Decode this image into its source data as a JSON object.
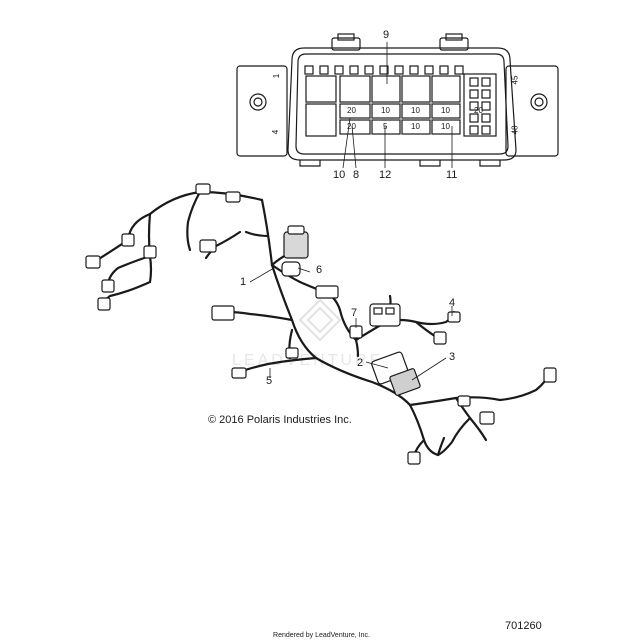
{
  "fuse_box": {
    "callouts": {
      "c9": "9",
      "c10": "10",
      "c8": "8",
      "c12": "12",
      "c11": "11"
    },
    "fuse_labels": {
      "a": "20",
      "b": "20",
      "c": "10",
      "d": "10",
      "e": "10",
      "f": "5",
      "g": "10",
      "h": "10",
      "i": "20"
    },
    "pin_labels": {
      "p1": "1",
      "p4": "4",
      "p45": "45",
      "p48": "48"
    }
  },
  "harness": {
    "callouts": {
      "c1": "1",
      "c2": "2",
      "c3": "3",
      "c4": "4",
      "c5": "5",
      "c6": "6",
      "c7": "7"
    }
  },
  "watermark": "LEADVENTURE",
  "copyright": "© 2016 Polaris Industries Inc.",
  "part_number": "701260",
  "rendered_by": "Rendered by LeadVenture, Inc.",
  "colors": {
    "line": "#1a1a1a",
    "background": "#ffffff"
  }
}
